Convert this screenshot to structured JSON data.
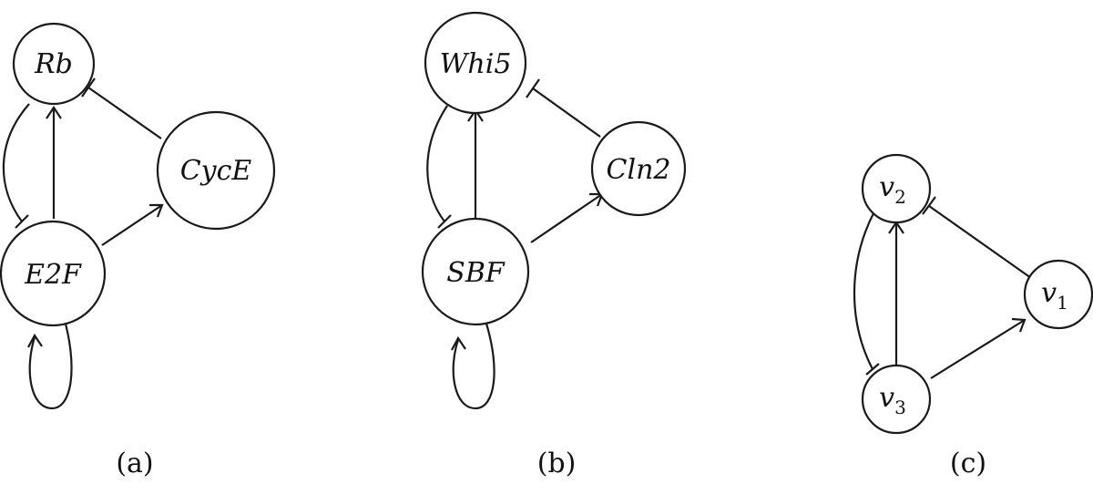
{
  "panels": [
    {
      "caption": "(a)",
      "nodes": {
        "top": "Rb",
        "right": "CycE",
        "bottom": "E2F"
      }
    },
    {
      "caption": "(b)",
      "nodes": {
        "top": "Whi5",
        "right": "Cln2",
        "bottom": "SBF"
      }
    },
    {
      "caption": "(c)",
      "nodes": {
        "top": {
          "base": "v",
          "sub": "2"
        },
        "right": {
          "base": "v",
          "sub": "1"
        },
        "bottom": {
          "base": "v",
          "sub": "3"
        }
      }
    }
  ],
  "edges": [
    {
      "from": "bottom",
      "to": "top",
      "type": "activation",
      "shape": "straight"
    },
    {
      "from": "top",
      "to": "bottom",
      "type": "inhibition",
      "shape": "curved"
    },
    {
      "from": "bottom",
      "to": "right",
      "type": "activation",
      "shape": "straight"
    },
    {
      "from": "right",
      "to": "top",
      "type": "inhibition",
      "shape": "straight"
    },
    {
      "from": "bottom",
      "to": "bottom",
      "type": "activation",
      "shape": "self-loop",
      "panels": [
        "(a)",
        "(b)"
      ]
    }
  ]
}
